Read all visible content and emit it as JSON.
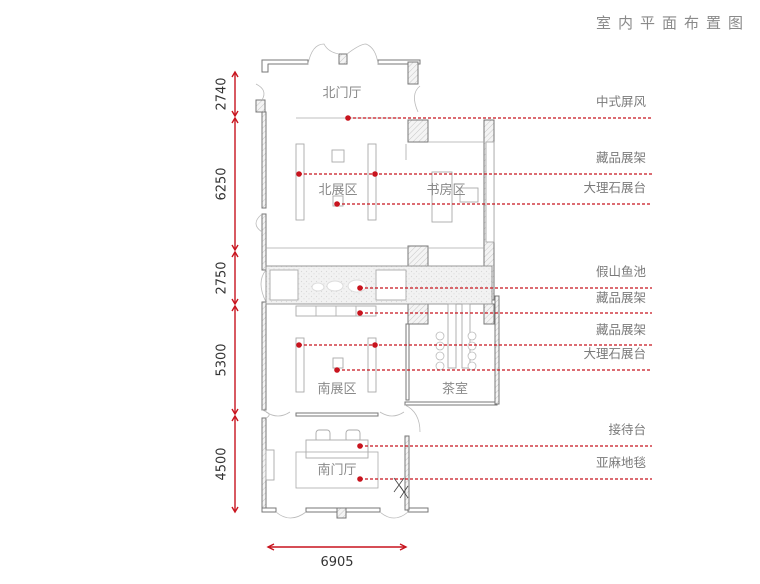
{
  "title": "室内平面布置图",
  "colors": {
    "accent": "#c8141e",
    "wall": "#777777",
    "text": "#8a8a8a"
  },
  "rooms": {
    "north_hall": "北门厅",
    "north_exhibit": "北展区",
    "study": "书房区",
    "south_exhibit": "南展区",
    "tea_room": "茶室",
    "south_hall": "南门厅"
  },
  "labels": [
    {
      "id": "screen",
      "text": "中式屏风"
    },
    {
      "id": "shelf-north",
      "text": "藏品展架"
    },
    {
      "id": "marble-north",
      "text": "大理石展台"
    },
    {
      "id": "rockery-pond",
      "text": "假山鱼池"
    },
    {
      "id": "shelf-mid",
      "text": "藏品展架"
    },
    {
      "id": "shelf-south",
      "text": "藏品展架"
    },
    {
      "id": "marble-south",
      "text": "大理石展台"
    },
    {
      "id": "reception",
      "text": "接待台"
    },
    {
      "id": "linen-rug",
      "text": "亚麻地毯"
    }
  ],
  "dimensions": {
    "vertical": [
      "2740",
      "6250",
      "2750",
      "5300",
      "4500"
    ],
    "horizontal": "6905"
  }
}
